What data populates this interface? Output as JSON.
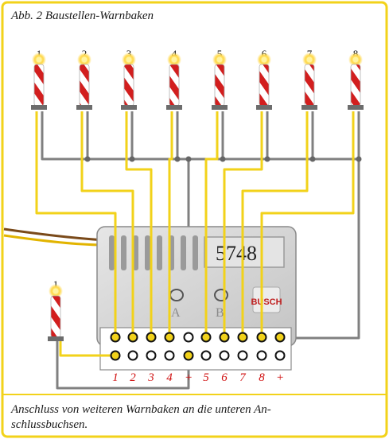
{
  "caption_top": "Abb. 2 Baustellen-Warnbaken",
  "caption_bottom": {
    "line1": "Anschluss von weiteren Warnbaken an die unteren An-",
    "line2": "schlussbuchsen."
  },
  "beacons": [
    {
      "label": "1"
    },
    {
      "label": "2"
    },
    {
      "label": "3"
    },
    {
      "label": "4"
    },
    {
      "label": "5"
    },
    {
      "label": "6"
    },
    {
      "label": "7"
    },
    {
      "label": "8"
    }
  ],
  "extra_beacon": {
    "label": "1"
  },
  "module": {
    "model": "5748",
    "button_a": "A",
    "button_b": "B",
    "brand": "BUSCH"
  },
  "terminal_labels": [
    "1",
    "2",
    "3",
    "4",
    "+",
    "5",
    "6",
    "7",
    "8",
    "+"
  ],
  "colors": {
    "frame_border": "#f2d21a",
    "wire_yellow": "#f2d21a",
    "wire_gray": "#808080",
    "beacon_red": "#d21e1e",
    "label_red": "#d01010"
  }
}
